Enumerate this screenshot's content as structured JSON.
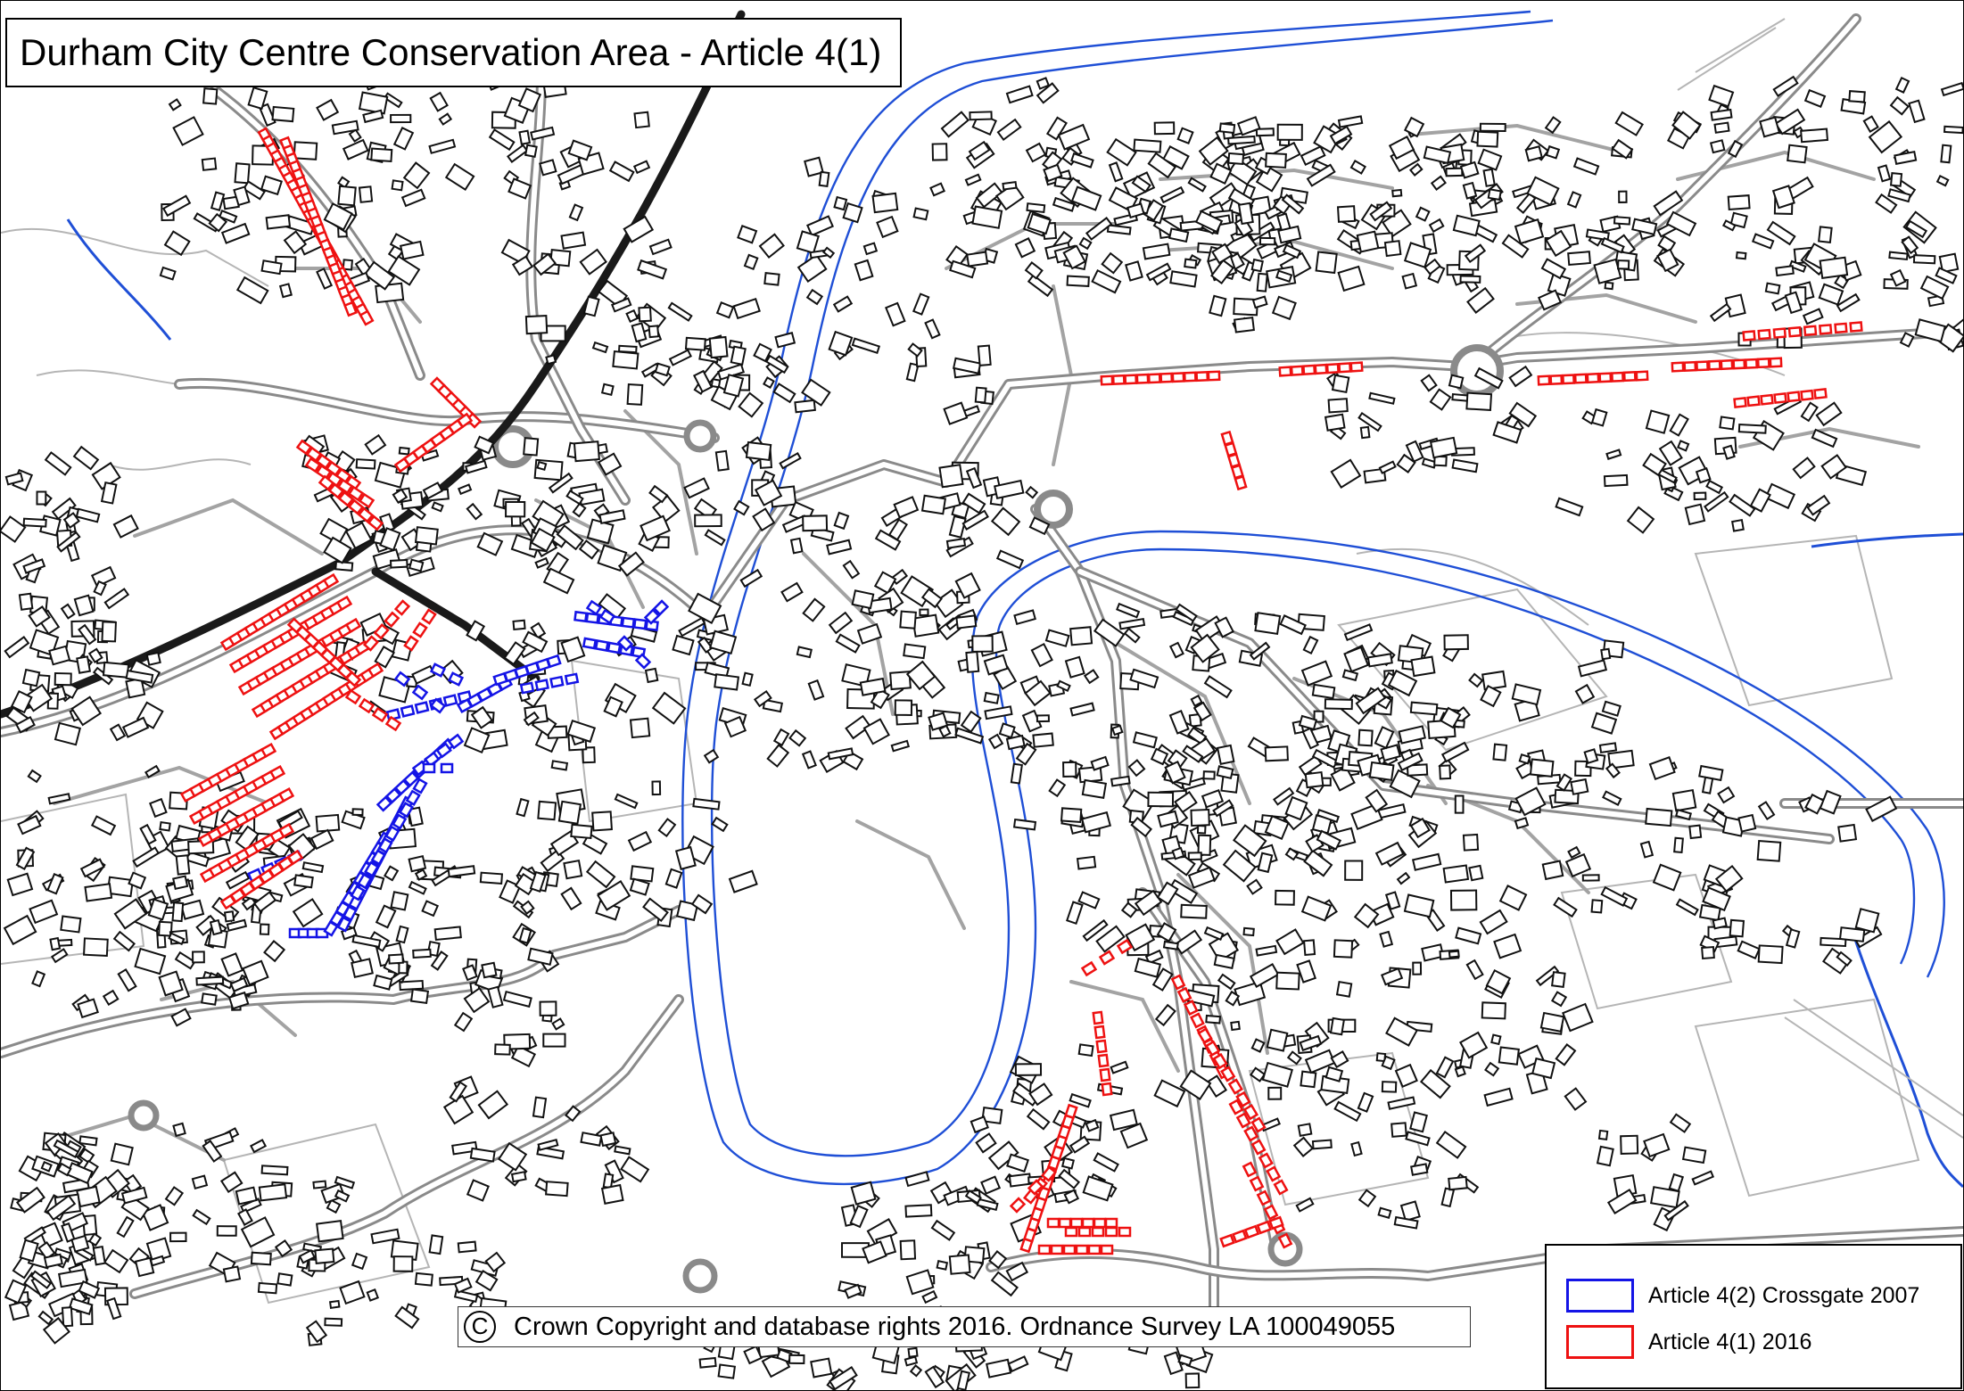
{
  "title": "Durham City Centre Conservation Area - Article 4(1)",
  "copyright": {
    "symbol": "C",
    "text": "Crown Copyright and database rights 2016. Ordnance Survey LA 100049055"
  },
  "legend": [
    {
      "label": "Article 4(2) Crossgate 2007",
      "color": "#1414e6"
    },
    {
      "label": "Article 4(1) 2016",
      "color": "#ee1111"
    }
  ],
  "colors": {
    "article_4_2": "#1414e6",
    "article_4_1": "#ee1111",
    "river": "#1f4fd6",
    "roads": "#8a8a8a",
    "railway": "#1a1a1a",
    "buildings": "#111111"
  }
}
